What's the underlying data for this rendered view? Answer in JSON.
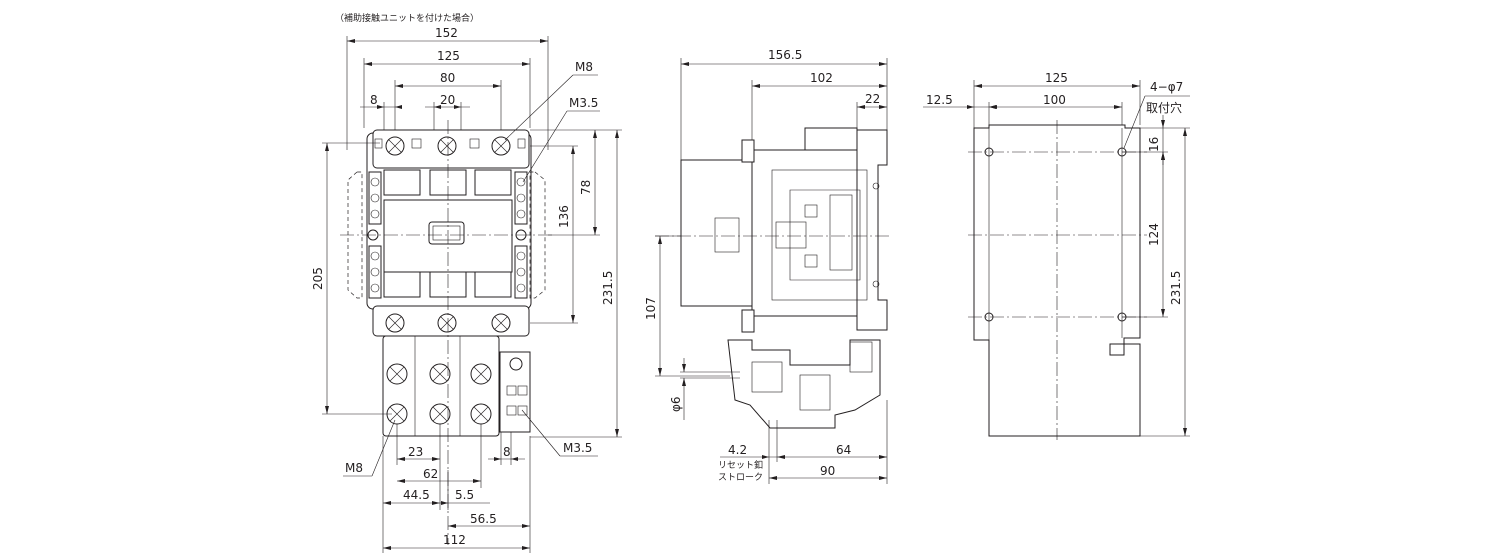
{
  "front_view": {
    "note": "（補助接触ユニットを付けた場合）",
    "dims": {
      "w152": "152",
      "w125": "125",
      "w80": "80",
      "w8_top": "8",
      "w20": "20",
      "h205": "205",
      "h136": "136",
      "h78": "78",
      "h231_5": "231.5",
      "w23": "23",
      "w62": "62",
      "w8_bottom": "8",
      "w44_5": "44.5",
      "w5_5": "5.5",
      "w56_5": "56.5",
      "w112": "112"
    },
    "labels": {
      "m8_top": "M8",
      "m3_5_top": "M3.5",
      "m3_5_bottom": "M3.5",
      "m8_bottom": "M8"
    }
  },
  "side_view": {
    "dims": {
      "w156_5": "156.5",
      "w102": "102",
      "w22": "22",
      "h107": "107",
      "d6": "φ6",
      "s4_2": "4.2",
      "w64": "64",
      "w90": "90"
    },
    "labels": {
      "reset_line1": "リセット釦",
      "reset_line2": "ストローク"
    }
  },
  "mounting_view": {
    "dims": {
      "w125": "125",
      "w12_5": "12.5",
      "w100": "100",
      "h16": "16",
      "h124": "124",
      "h231_5": "231.5"
    },
    "labels": {
      "holes": "4−φ7",
      "holes_desc": "取付穴"
    }
  }
}
